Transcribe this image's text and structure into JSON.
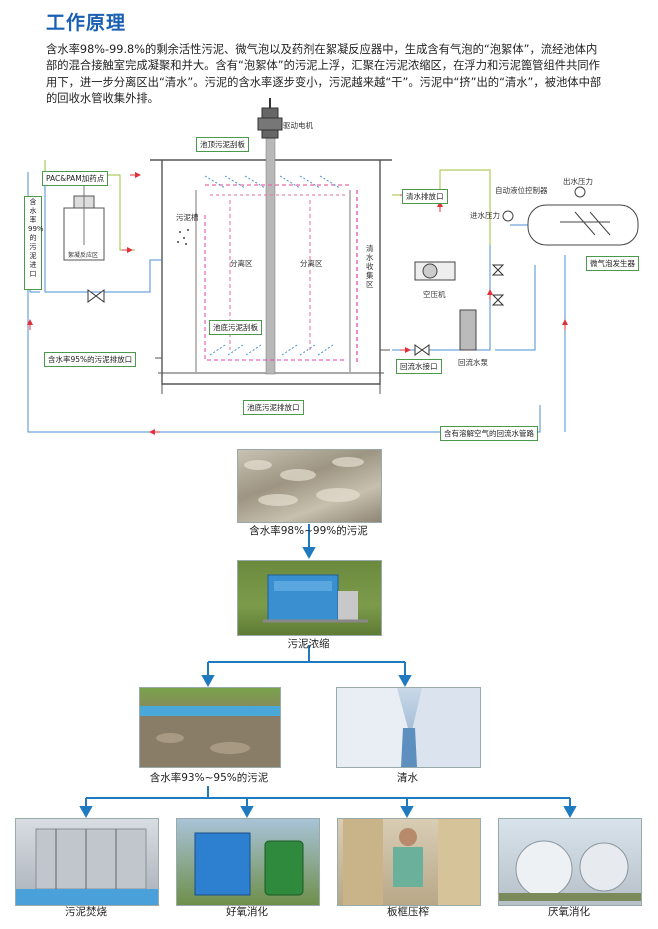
{
  "page": {
    "title": "工作原理",
    "intro": "含水率98%-99.8%的剩余活性污泥、微气泡以及药剂在絮凝反应器中，生成含有气泡的“泡絮体”，流经池体内部的混合接触室完成凝聚和并大。含有“泡絮体”的污泥上浮，汇聚在污泥浓缩区，在浮力和污泥篦管组件共同作用下，进一步分离区出“清水”。污泥的含水率逐步变小，污泥越来越“干”。污泥中“挤”出的“清水”，被池体中部的回收水管收集外排。"
  },
  "diagram": {
    "motor": "驱动电机",
    "top_scraper": "池顶污泥刮板",
    "dosing": "PAC&PAM加药点",
    "inlet": "含水率99%的污泥进口",
    "reactor": "絮凝反应区",
    "sludge_tank": "污泥槽",
    "sep_left": "分离区",
    "sep_right": "分离区",
    "collect": "清水收集区",
    "bottom_scraper": "池底污泥刮板",
    "outlet95": "含水率95%的污泥排放口",
    "bottom_outlet": "池底污泥排放口",
    "clear_outlet": "清水排放口",
    "return_inlet": "回流水接口",
    "return_pump": "回流水泵",
    "compressor": "空压机",
    "level_ctrl": "自动液位控制器",
    "outlet_pressure": "出水压力",
    "inlet_pressure": "进水压力",
    "generator": "微气泡发生器",
    "return_pipe": "含有溶解空气的回流水管路"
  },
  "flow": {
    "step1": "含水率98%~99%的污泥",
    "step2": "污泥浓缩",
    "branch_left": "含水率93%~95%的污泥",
    "branch_right": "清水",
    "disposal": [
      "污泥焚烧",
      "好氧消化",
      "板框压榨",
      "厌氧消化"
    ]
  },
  "colors": {
    "title": "#1a5fb4",
    "arrow": "#1f7ac0",
    "box_border": "#4a9a4a",
    "pipe_blue": "#4a8fd6",
    "pipe_green": "#9cc23a",
    "dash_pink": "#e56b9d",
    "dash_magenta": "#e040a8",
    "flow_red": "#e0303a"
  }
}
